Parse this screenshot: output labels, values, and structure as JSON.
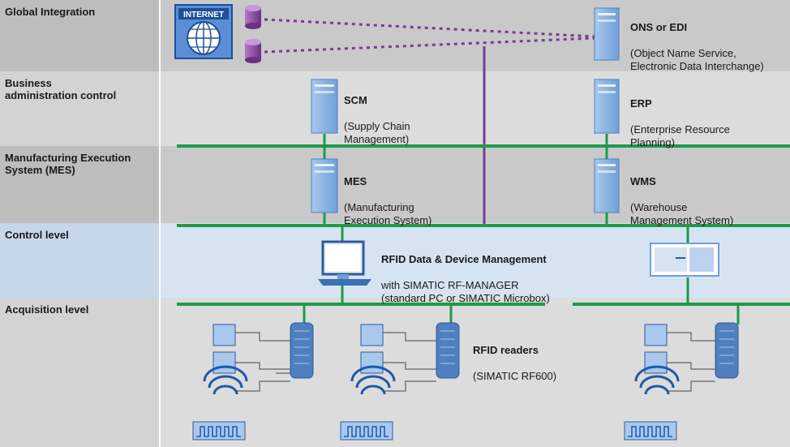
{
  "levels": {
    "global": "Global Integration",
    "business": "Business\nadministration control",
    "mes": "Manufacturing Execution\nSystem (MES)",
    "control": "Control level",
    "acquisition": "Acquisition level"
  },
  "nodes": {
    "internet": "INTERNET",
    "ons": {
      "title": "ONS or EDI",
      "desc": "(Object Name Service,\nElectronic Data Interchange)"
    },
    "scm": {
      "title": "SCM",
      "desc": "(Supply Chain\nManagement)"
    },
    "erp": {
      "title": "ERP",
      "desc": "(Enterprise Resource\nPlanning)"
    },
    "mes": {
      "title": "MES",
      "desc": "(Manufacturing\nExecution System)"
    },
    "wms": {
      "title": "WMS",
      "desc": "(Warehouse\nManagement System)"
    },
    "rfid_mgmt": {
      "title": "RFID Data & Device Management",
      "desc": "with SIMATIC RF-MANAGER\n(standard PC or SIMATIC Microbox)"
    },
    "readers": {
      "title": "RFID readers",
      "desc": "(SIMATIC RF600)"
    }
  },
  "colors": {
    "band_dark": "#c9c9c9",
    "band_light": "#dcdcdc",
    "band_control": "#d6e4f2",
    "side_dark": "#bdbdbd",
    "side_light": "#d3d3d3",
    "side_control": "#c6d7ea",
    "bus_green": "#1e9a4b",
    "link_purple": "#7a3a96",
    "device_blue": "#6f9fd8"
  }
}
